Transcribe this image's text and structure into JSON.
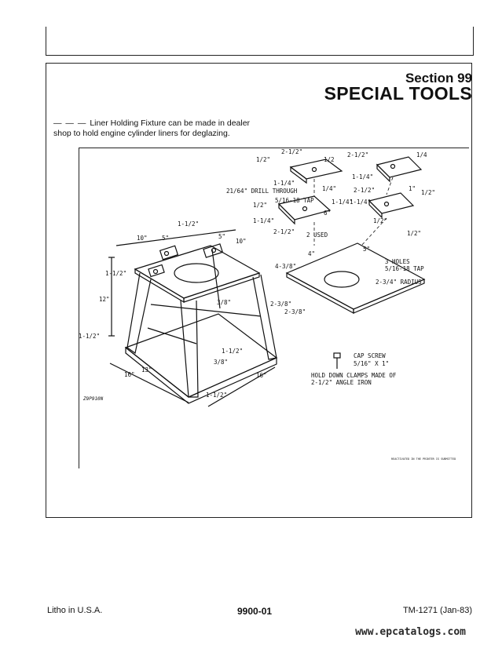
{
  "header": {
    "section_number": "Section 99",
    "section_title": "SPECIAL TOOLS"
  },
  "caption": {
    "dash": "— — —",
    "text": "Liner Holding Fixture can be made in dealer shop to hold engine cylinder liners for deglazing."
  },
  "figure": {
    "labels": {
      "dim_2_half_a": "2-1/2\"",
      "dim_half_a": "1/2\"",
      "dim_half_b": "1/2",
      "dim_1_quarter_a": "1-1/4\"",
      "drill": "21/64\" DRILL THROUGH",
      "dim_quarter": "1/4\"",
      "dim_half_c": "1/2\"",
      "tap": "5/16-18 TAP",
      "dim_1_quarter_b": "1-1/4\"",
      "dim_1_quarter_c": "1-1/4\"",
      "dim_6": "6\"",
      "dim_2_half_b": "2-1/2\"",
      "used": "2 USED",
      "dim_2_half_c": "2-1/2\"",
      "dim_quarter_b": "1/4",
      "dim_1_quarter_d": "1-1/4\"",
      "dim_2_half_d": "2-1/2\"",
      "dim_1": "1\"",
      "dim_half_d": "1/2\"",
      "dim_1_quarter_e": "1-1/4\"",
      "dim_half_e": "1/2\"",
      "dim_half_f": "1/2\"",
      "dim_4": "4\"",
      "dim_5": "5\"",
      "holes": "3 HOLES",
      "holes_tap": "5/16-18 TAP",
      "dim_4_3_8": "4-3/8\"",
      "radius": "2-3/4\" RADIUS",
      "dim_2_3_8_a": "2-3/8\"",
      "dim_2_3_8_b": "2-3/8\"",
      "dim_1_half_top": "1-1/2\"",
      "dim_10_a": "10\"",
      "dim_5_a": "5\"",
      "dim_5_b": "5\"",
      "dim_10_b": "10\"",
      "dim_1_half_left": "1-1/2\"",
      "dim_12": "12\"",
      "dim_3_8_a": "3/8\"",
      "dim_1_half_b": "1-1/2\"",
      "dim_1_half_c": "1-1/2\"",
      "dim_3_8_b": "3/8\"",
      "dim_13": "13\"",
      "dim_16_a": "16\"",
      "dim_16_b": "16\"",
      "dim_1_half_d": "1-1/2\"",
      "cap_screw": "CAP SCREW",
      "cap_screw_size": "5/16\" X 1\"",
      "hold_down_1": "HOLD DOWN CLAMPS MADE OF",
      "hold_down_2": "2-1/2\" ANGLE IRON",
      "fig_code": "Z9P910N",
      "small_note": "REACTIVATED IN THE PRINTER IS SUBMITTED"
    }
  },
  "footer": {
    "left": "Litho in U.S.A.",
    "center": "9900-01",
    "right": "TM-1271 (Jan-83)"
  },
  "watermark": "www.epcatalogs.com"
}
